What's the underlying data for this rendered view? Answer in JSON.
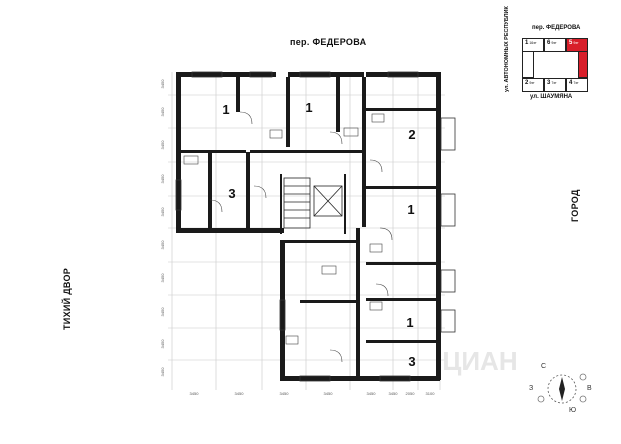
{
  "streets": {
    "top": "пер. ФЕДЕРОВА",
    "left": "ТИХИЙ ДВОР",
    "right": "ГОРОД"
  },
  "keyplan": {
    "street_top": "пер. ФЕДЕРОВА",
    "street_bottom": "ул. ШАУМЯНА",
    "street_left": "ул. АВТОНОМНЫХ РЕСПУБЛИК",
    "sections": [
      {
        "num": "1",
        "floors": "16эт",
        "active": false
      },
      {
        "num": "6",
        "floors": "9эт",
        "active": false
      },
      {
        "num": "5",
        "floors": "9эт",
        "active": true
      },
      {
        "num": "2",
        "floors": "9эт",
        "active": false
      },
      {
        "num": "3",
        "floors": "7эт",
        "active": false
      },
      {
        "num": "4",
        "floors": "7эт",
        "active": false
      }
    ],
    "active_color": "#d81e2a"
  },
  "rooms": {
    "r1": "1",
    "r2": "1",
    "r3": "2",
    "r4": "3",
    "r5": "1",
    "r6": "1",
    "r7": "3"
  },
  "dims": {
    "bottom": [
      "3450",
      "3450",
      "3450",
      "3450",
      "3450",
      "3450",
      "2050",
      "3100"
    ],
    "left": [
      "3450",
      "3450",
      "3450",
      "3450",
      "3450",
      "3450",
      "3450",
      "3450",
      "3450",
      "3450"
    ]
  },
  "compass": {
    "n": "С",
    "s": "Ю",
    "e": "В",
    "w": "З"
  },
  "watermark": "ЦИАН"
}
